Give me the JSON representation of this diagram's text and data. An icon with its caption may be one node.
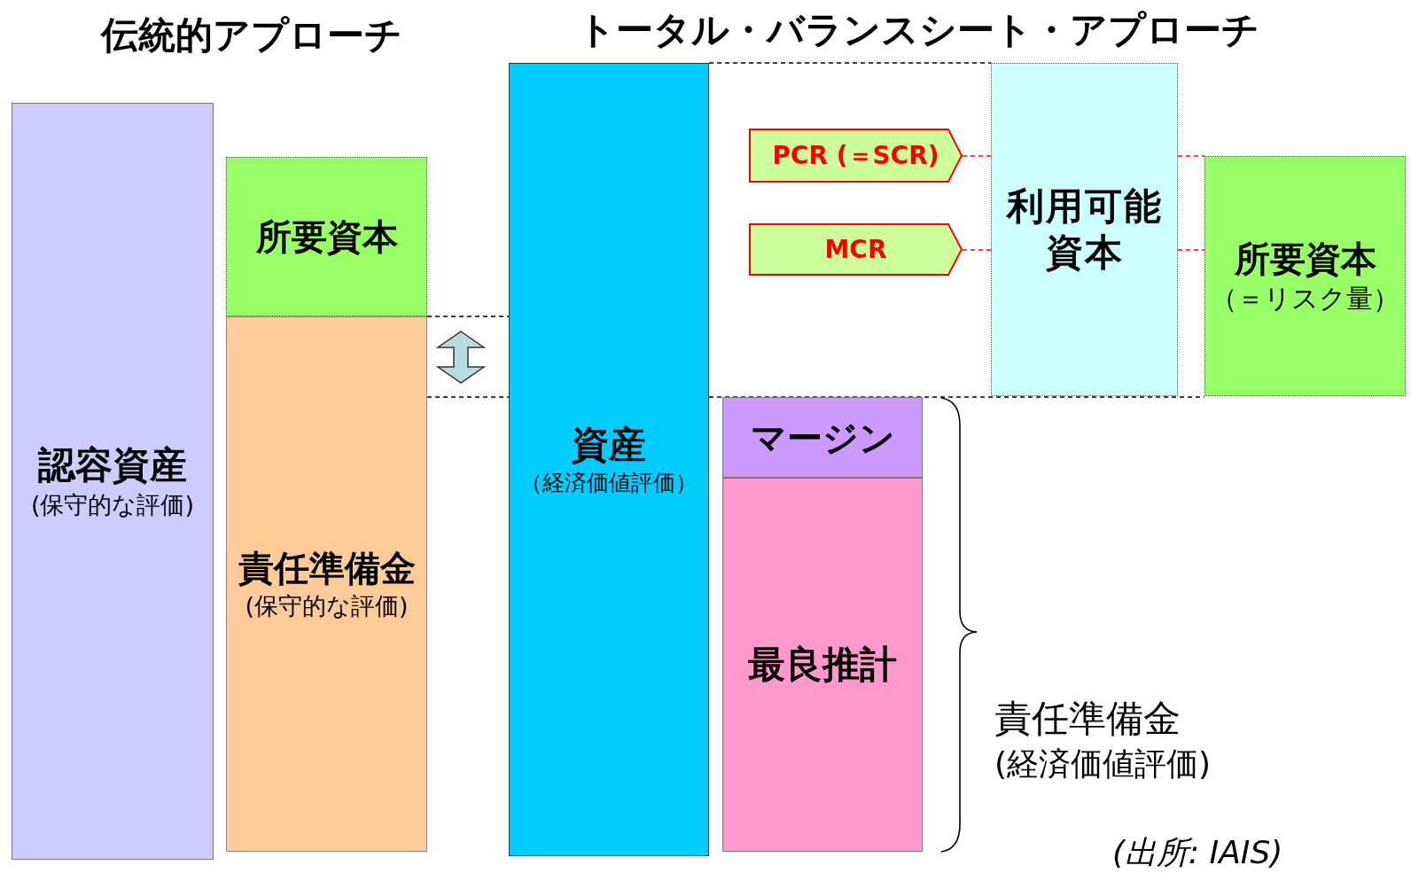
{
  "diagram": {
    "nodes": [
      {
        "text": [
          "認容資産",
          "(保守的な評価)"
        ]
      },
      {
        "text": [
          "所要資本"
        ]
      },
      {
        "text": [
          "責任準備金",
          "(保守的な評価)"
        ]
      },
      {
        "text": [
          "資産",
          "（経済価値評価）"
        ]
      },
      {
        "text": [
          "PCR (＝SCR)"
        ]
      },
      {
        "text": [
          "MCR"
        ]
      },
      {
        "text": [
          "利用可能資本"
        ]
      },
      {
        "text": [
          "所要資本",
          "（＝リスク量）"
        ]
      },
      {
        "text": [
          "マージン"
        ]
      },
      {
        "text": [
          "最良推計"
        ]
      }
    ],
    "edges": [
      {
        "from": 1,
        "to": 3,
        "arrow": "none",
        "style": "dashed",
        "color": "#000000"
      },
      {
        "from": 2,
        "to": 3,
        "arrow": "none",
        "style": "dashed",
        "color": "#000000"
      },
      {
        "from": 3,
        "to": 6,
        "arrow": "none",
        "style": "dashed",
        "color": "#000000"
      },
      {
        "from": 3,
        "to": 7,
        "arrow": "none",
        "style": "dashed",
        "color": "#000000"
      },
      {
        "from": 4,
        "to": 6,
        "arrow": "none",
        "style": "dashed",
        "color": "#ff0000"
      },
      {
        "from": 6,
        "to": 7,
        "arrow": "none",
        "style": "dashed",
        "color": "#ff0000"
      },
      {
        "from": 5,
        "to": 6,
        "arrow": "none",
        "style": "dashed",
        "color": "#ff0000"
      },
      {
        "from": 6,
        "to": 7,
        "arrow": "none",
        "style": "dashed",
        "color": "#ff0000"
      }
    ],
    "labels": [
      "伝統的アプローチ",
      "トータル・バランスシート・アプローチ",
      "責任準備金",
      "(経済価値評価)"
    ],
    "caption": "(出所: IAIS)"
  }
}
